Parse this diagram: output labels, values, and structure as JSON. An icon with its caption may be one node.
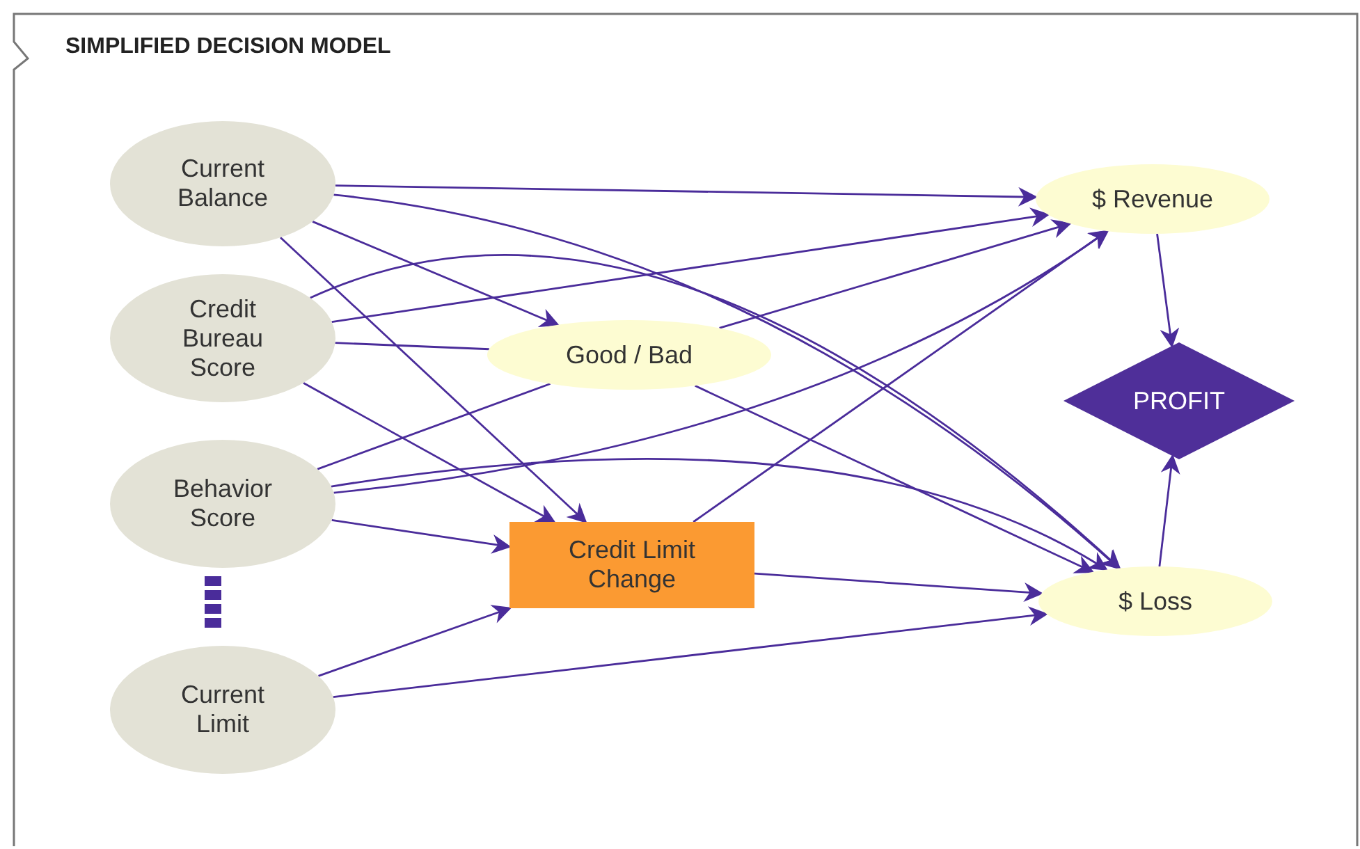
{
  "diagram": {
    "title": "SIMPLIFIED DECISION MODEL",
    "nodes": [
      {
        "text": [
          "Current Balance"
        ]
      },
      {
        "text": [
          "Credit Bureau Score"
        ]
      },
      {
        "text": [
          "Behavior Score"
        ]
      },
      {
        "text": [
          "Current Limit"
        ]
      },
      {
        "text": [
          "Good / Bad"
        ]
      },
      {
        "text": [
          "Credit Limit Change"
        ]
      },
      {
        "text": [
          "$ Revenue"
        ]
      },
      {
        "text": [
          "PROFIT"
        ]
      },
      {
        "text": [
          "$ Loss"
        ]
      }
    ],
    "edges": [
      {
        "from": 0,
        "to": 6,
        "arrow": "to"
      },
      {
        "from": 0,
        "to": 4,
        "arrow": "to"
      },
      {
        "from": 0,
        "to": 5,
        "arrow": "to"
      },
      {
        "from": 0,
        "to": 8,
        "arrow": "to"
      },
      {
        "from": 1,
        "to": 6,
        "arrow": "to"
      },
      {
        "from": 1,
        "to": 4,
        "arrow": "none"
      },
      {
        "from": 1,
        "to": 5,
        "arrow": "to"
      },
      {
        "from": 1,
        "to": 8,
        "arrow": "to"
      },
      {
        "from": 2,
        "to": 4,
        "arrow": "none"
      },
      {
        "from": 2,
        "to": 6,
        "arrow": "to"
      },
      {
        "from": 2,
        "to": 5,
        "arrow": "to"
      },
      {
        "from": 2,
        "to": 8,
        "arrow": "to"
      },
      {
        "from": 3,
        "to": 5,
        "arrow": "to"
      },
      {
        "from": 3,
        "to": 8,
        "arrow": "to"
      },
      {
        "from": 4,
        "to": 6,
        "arrow": "to"
      },
      {
        "from": 4,
        "to": 8,
        "arrow": "to"
      },
      {
        "from": 5,
        "to": 6,
        "arrow": "to"
      },
      {
        "from": 5,
        "to": 8,
        "arrow": "to"
      },
      {
        "from": 6,
        "to": 7,
        "arrow": "to"
      },
      {
        "from": 8,
        "to": 7,
        "arrow": "to"
      }
    ]
  }
}
